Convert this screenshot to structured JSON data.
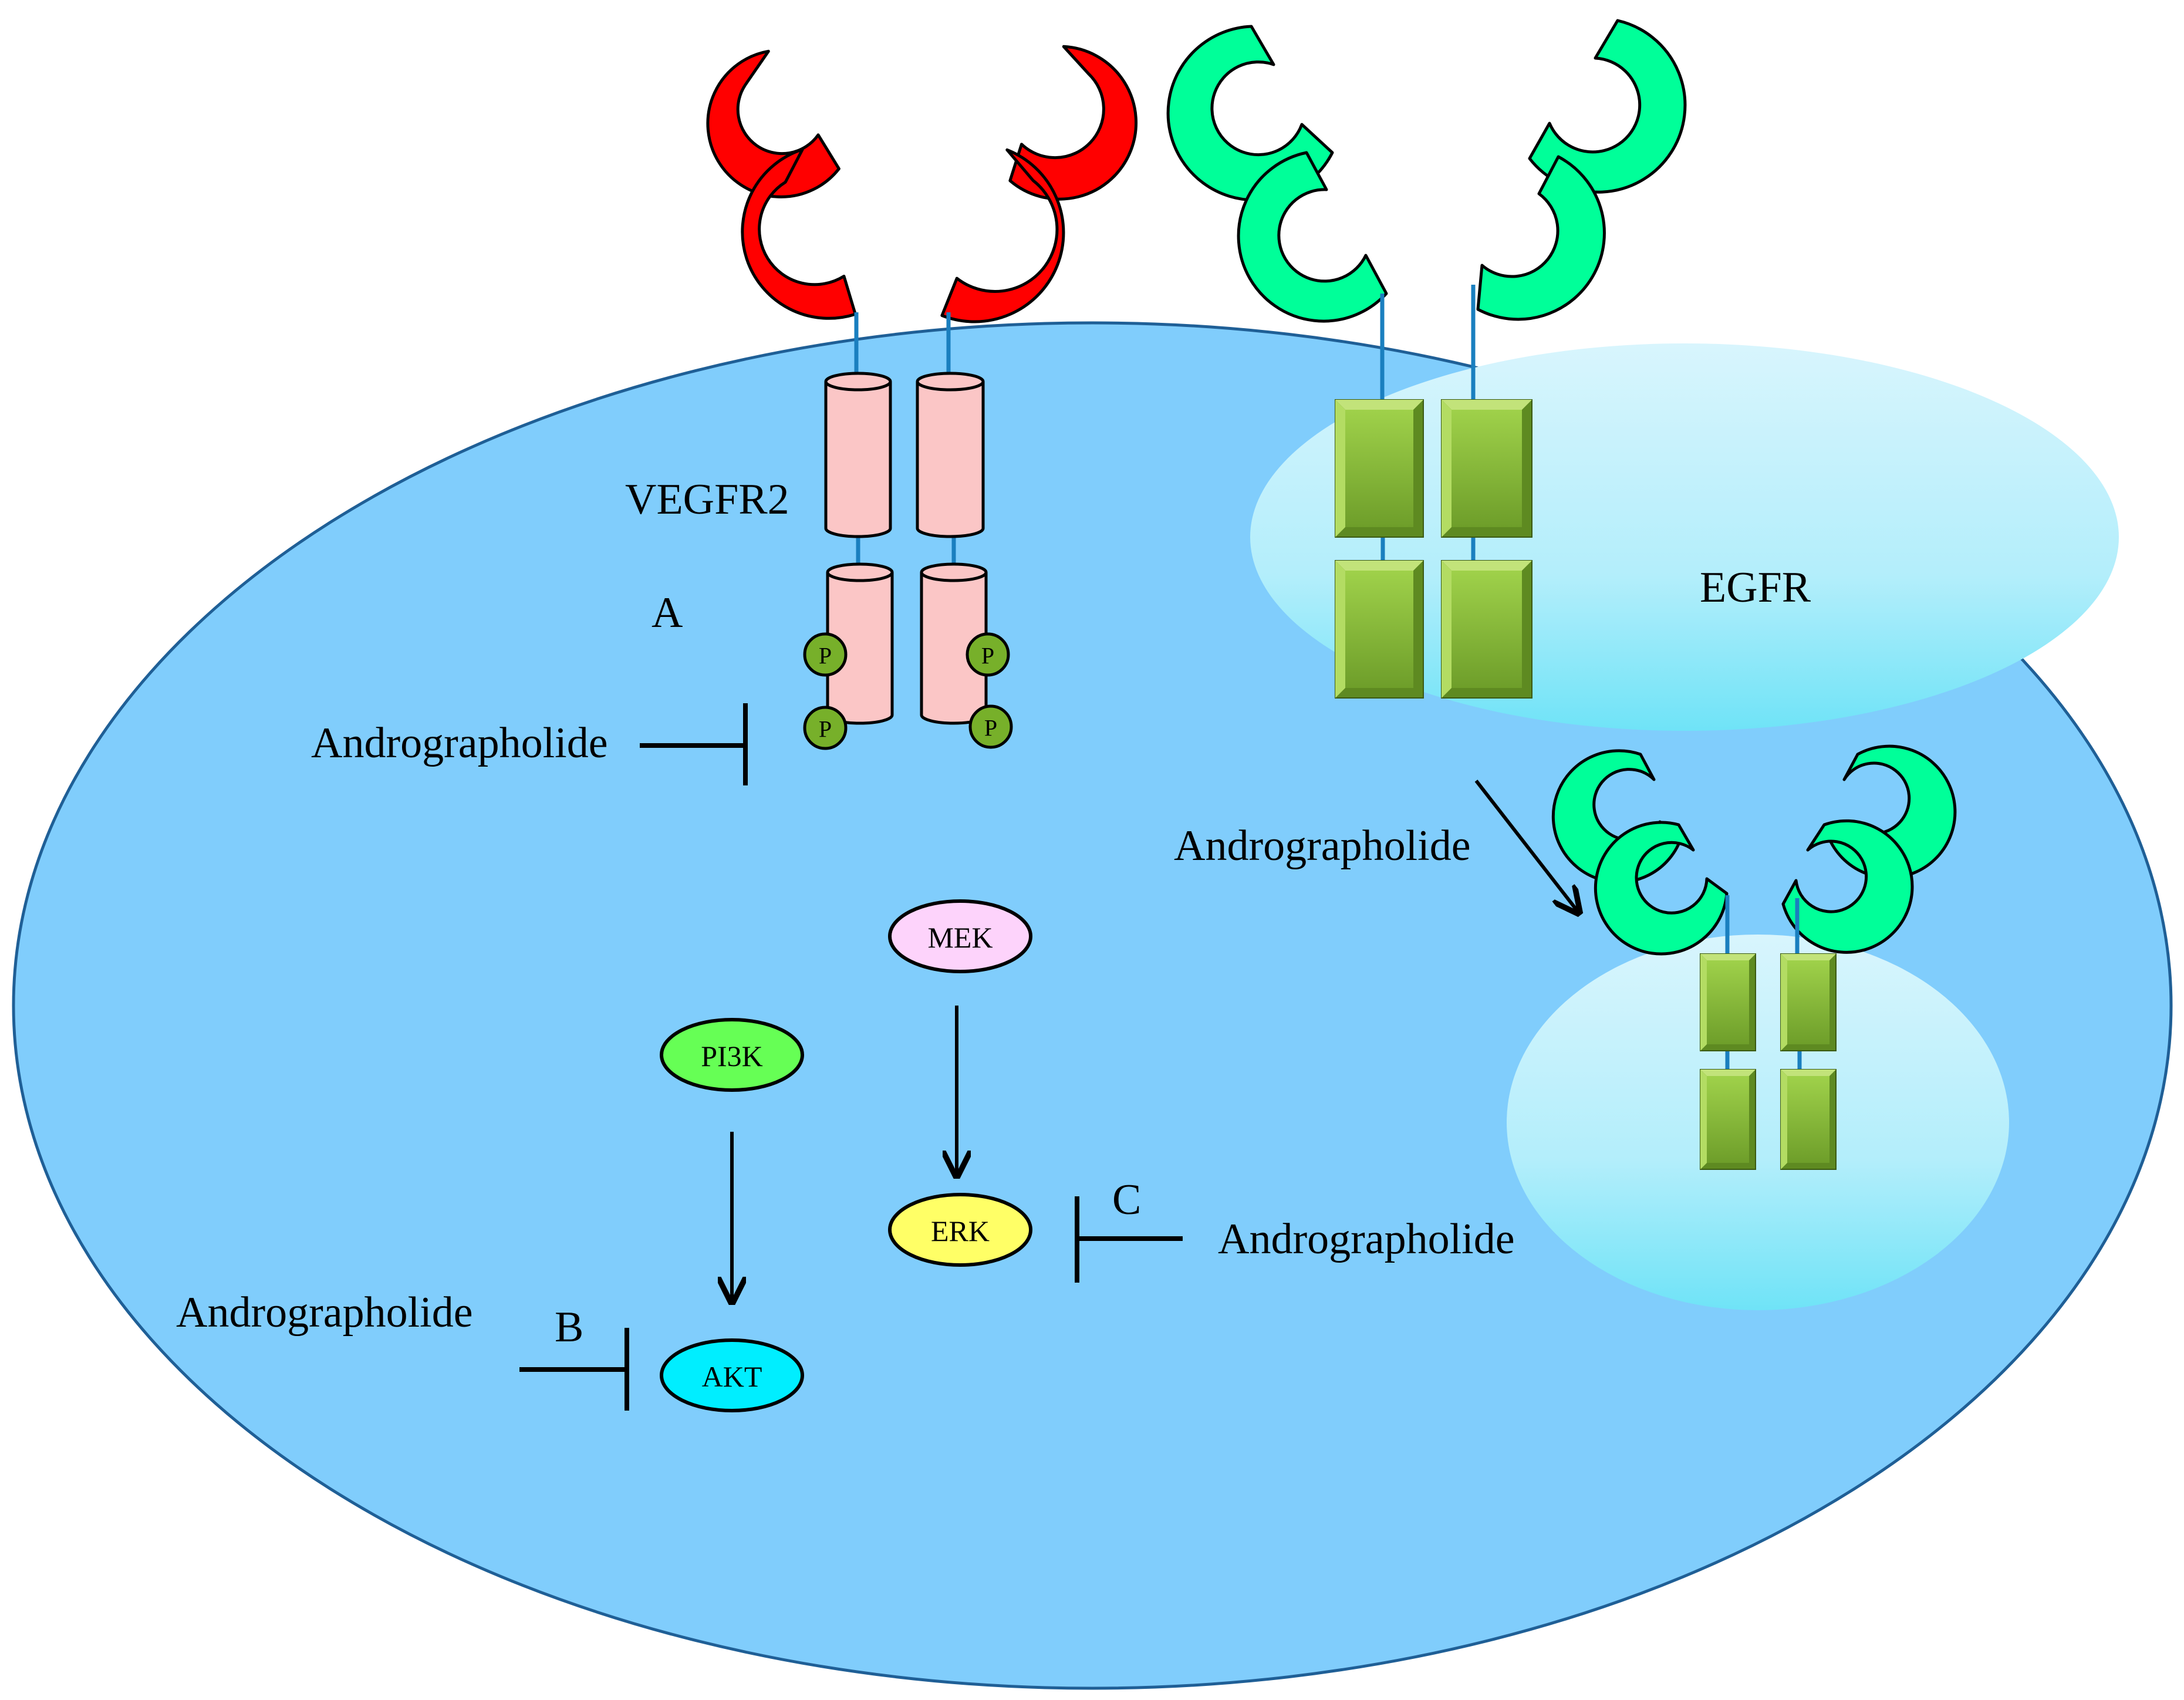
{
  "labels": {
    "vegfr2": "VEGFR2",
    "egfr": "EGFR",
    "mark_a": "A",
    "mark_b": "B",
    "mark_c": "C",
    "andrographolide": "Andrographolide",
    "phospho": "P"
  },
  "nodes": {
    "mek": "MEK",
    "erk": "ERK",
    "pi3k": "PI3K",
    "akt": "AKT"
  },
  "colors": {
    "cell": "#80cdfc",
    "cell_border": "#1f5f96",
    "vegfr_ligand": "#ff0000",
    "egfr_ligand": "#00ff99",
    "vegfr_cylinder": "#fbc6c6",
    "egfr_block": "#8cc63e",
    "phospho": "#77b02a",
    "lipid_raft": "#b9f0fb",
    "mek": "#fdd3fb",
    "erk": "#ffff66",
    "pi3k": "#66ff55",
    "akt": "#00eeff"
  }
}
